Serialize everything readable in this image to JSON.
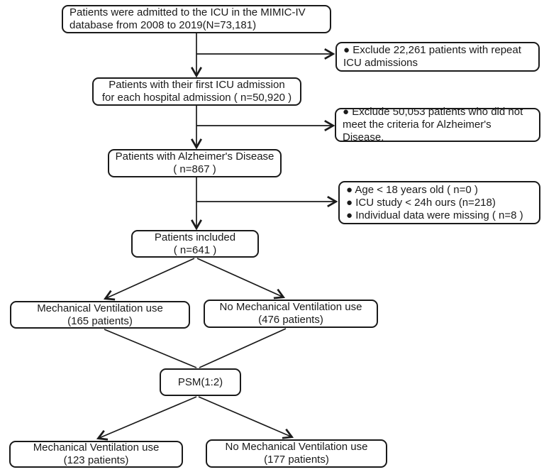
{
  "flowchart": {
    "colors": {
      "stroke": "#1a1a1a",
      "box_fill": "#ffffff",
      "text": "#1a1a1a",
      "background": "#ffffff"
    },
    "nodes": {
      "admitted": {
        "lines": [
          "Patients were admitted to the ICU in the MIMIC-IV",
          "database from 2008 to 2019(N=73,181)"
        ]
      },
      "first_icu": {
        "lines": [
          "Patients with their first ICU admission",
          "for each hospital admission ( n=50,920 )"
        ]
      },
      "alzheimers": {
        "lines": [
          "Patients with Alzheimer's Disease",
          "( n=867 )"
        ]
      },
      "included": {
        "lines": [
          "Patients included",
          "( n=641 )"
        ]
      },
      "mv_pre_psm": {
        "lines": [
          "Mechanical Ventilation use",
          "(165 patients)"
        ]
      },
      "no_mv_pre_psm": {
        "lines": [
          "No Mechanical Ventilation use",
          "(476 patients)"
        ]
      },
      "psm": {
        "lines": [
          "PSM(1:2)"
        ]
      },
      "mv_post_psm": {
        "lines": [
          "Mechanical Ventilation use",
          "(123 patients)"
        ]
      },
      "no_mv_post_psm": {
        "lines": [
          "No Mechanical Ventilation use",
          "(177 patients)"
        ]
      }
    },
    "exclusions": {
      "repeat_admissions": {
        "text": "● Exclude 22,261 patients with repeat ICU admissions"
      },
      "not_alzheimers": {
        "text": "● Exclude 50,053 patients who did not meet the criteria for Alzheimer's Disease."
      },
      "other_criteria": {
        "bullets": [
          "● Age < 18 years old ( n=0 )",
          "● ICU study < 24h ours (n=218)",
          "● Individual data were missing ( n=8 )"
        ]
      }
    }
  }
}
